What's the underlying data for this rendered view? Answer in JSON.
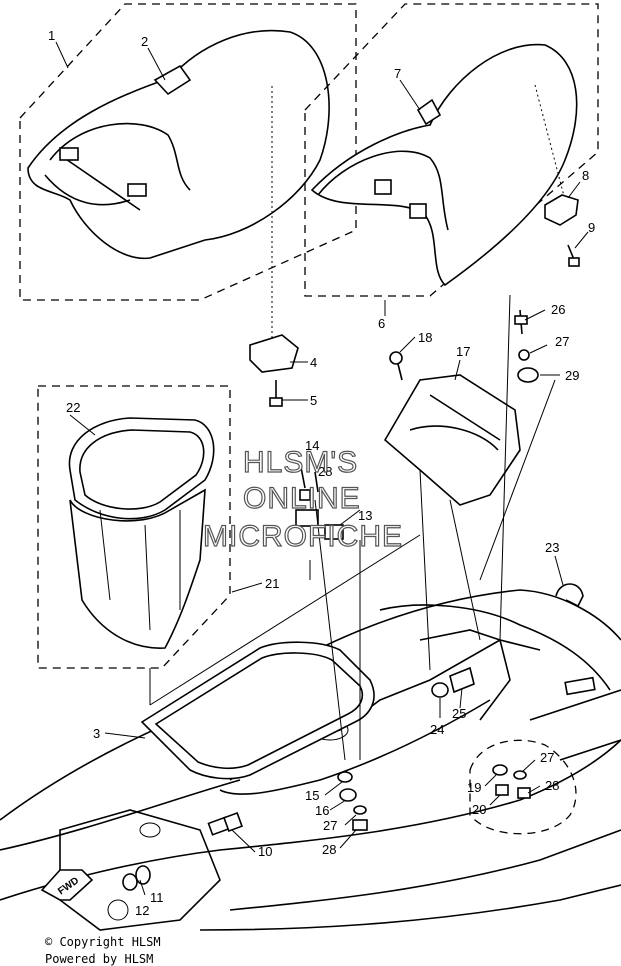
{
  "watermark": {
    "line1": "HLSM'S",
    "line2": "ONLINE",
    "line3": "MICROFICHE"
  },
  "footer": {
    "copyright": "© Copyright HLSM",
    "powered": "Powered by HLSM"
  },
  "callouts": [
    "1",
    "2",
    "3",
    "4",
    "5",
    "6",
    "7",
    "8",
    "9",
    "10",
    "11",
    "12",
    "13",
    "14",
    "15",
    "16",
    "17",
    "18",
    "19",
    "20",
    "21",
    "22",
    "23",
    "24",
    "25",
    "26",
    "27",
    "27",
    "27",
    "28",
    "28",
    "28",
    "29"
  ]
}
